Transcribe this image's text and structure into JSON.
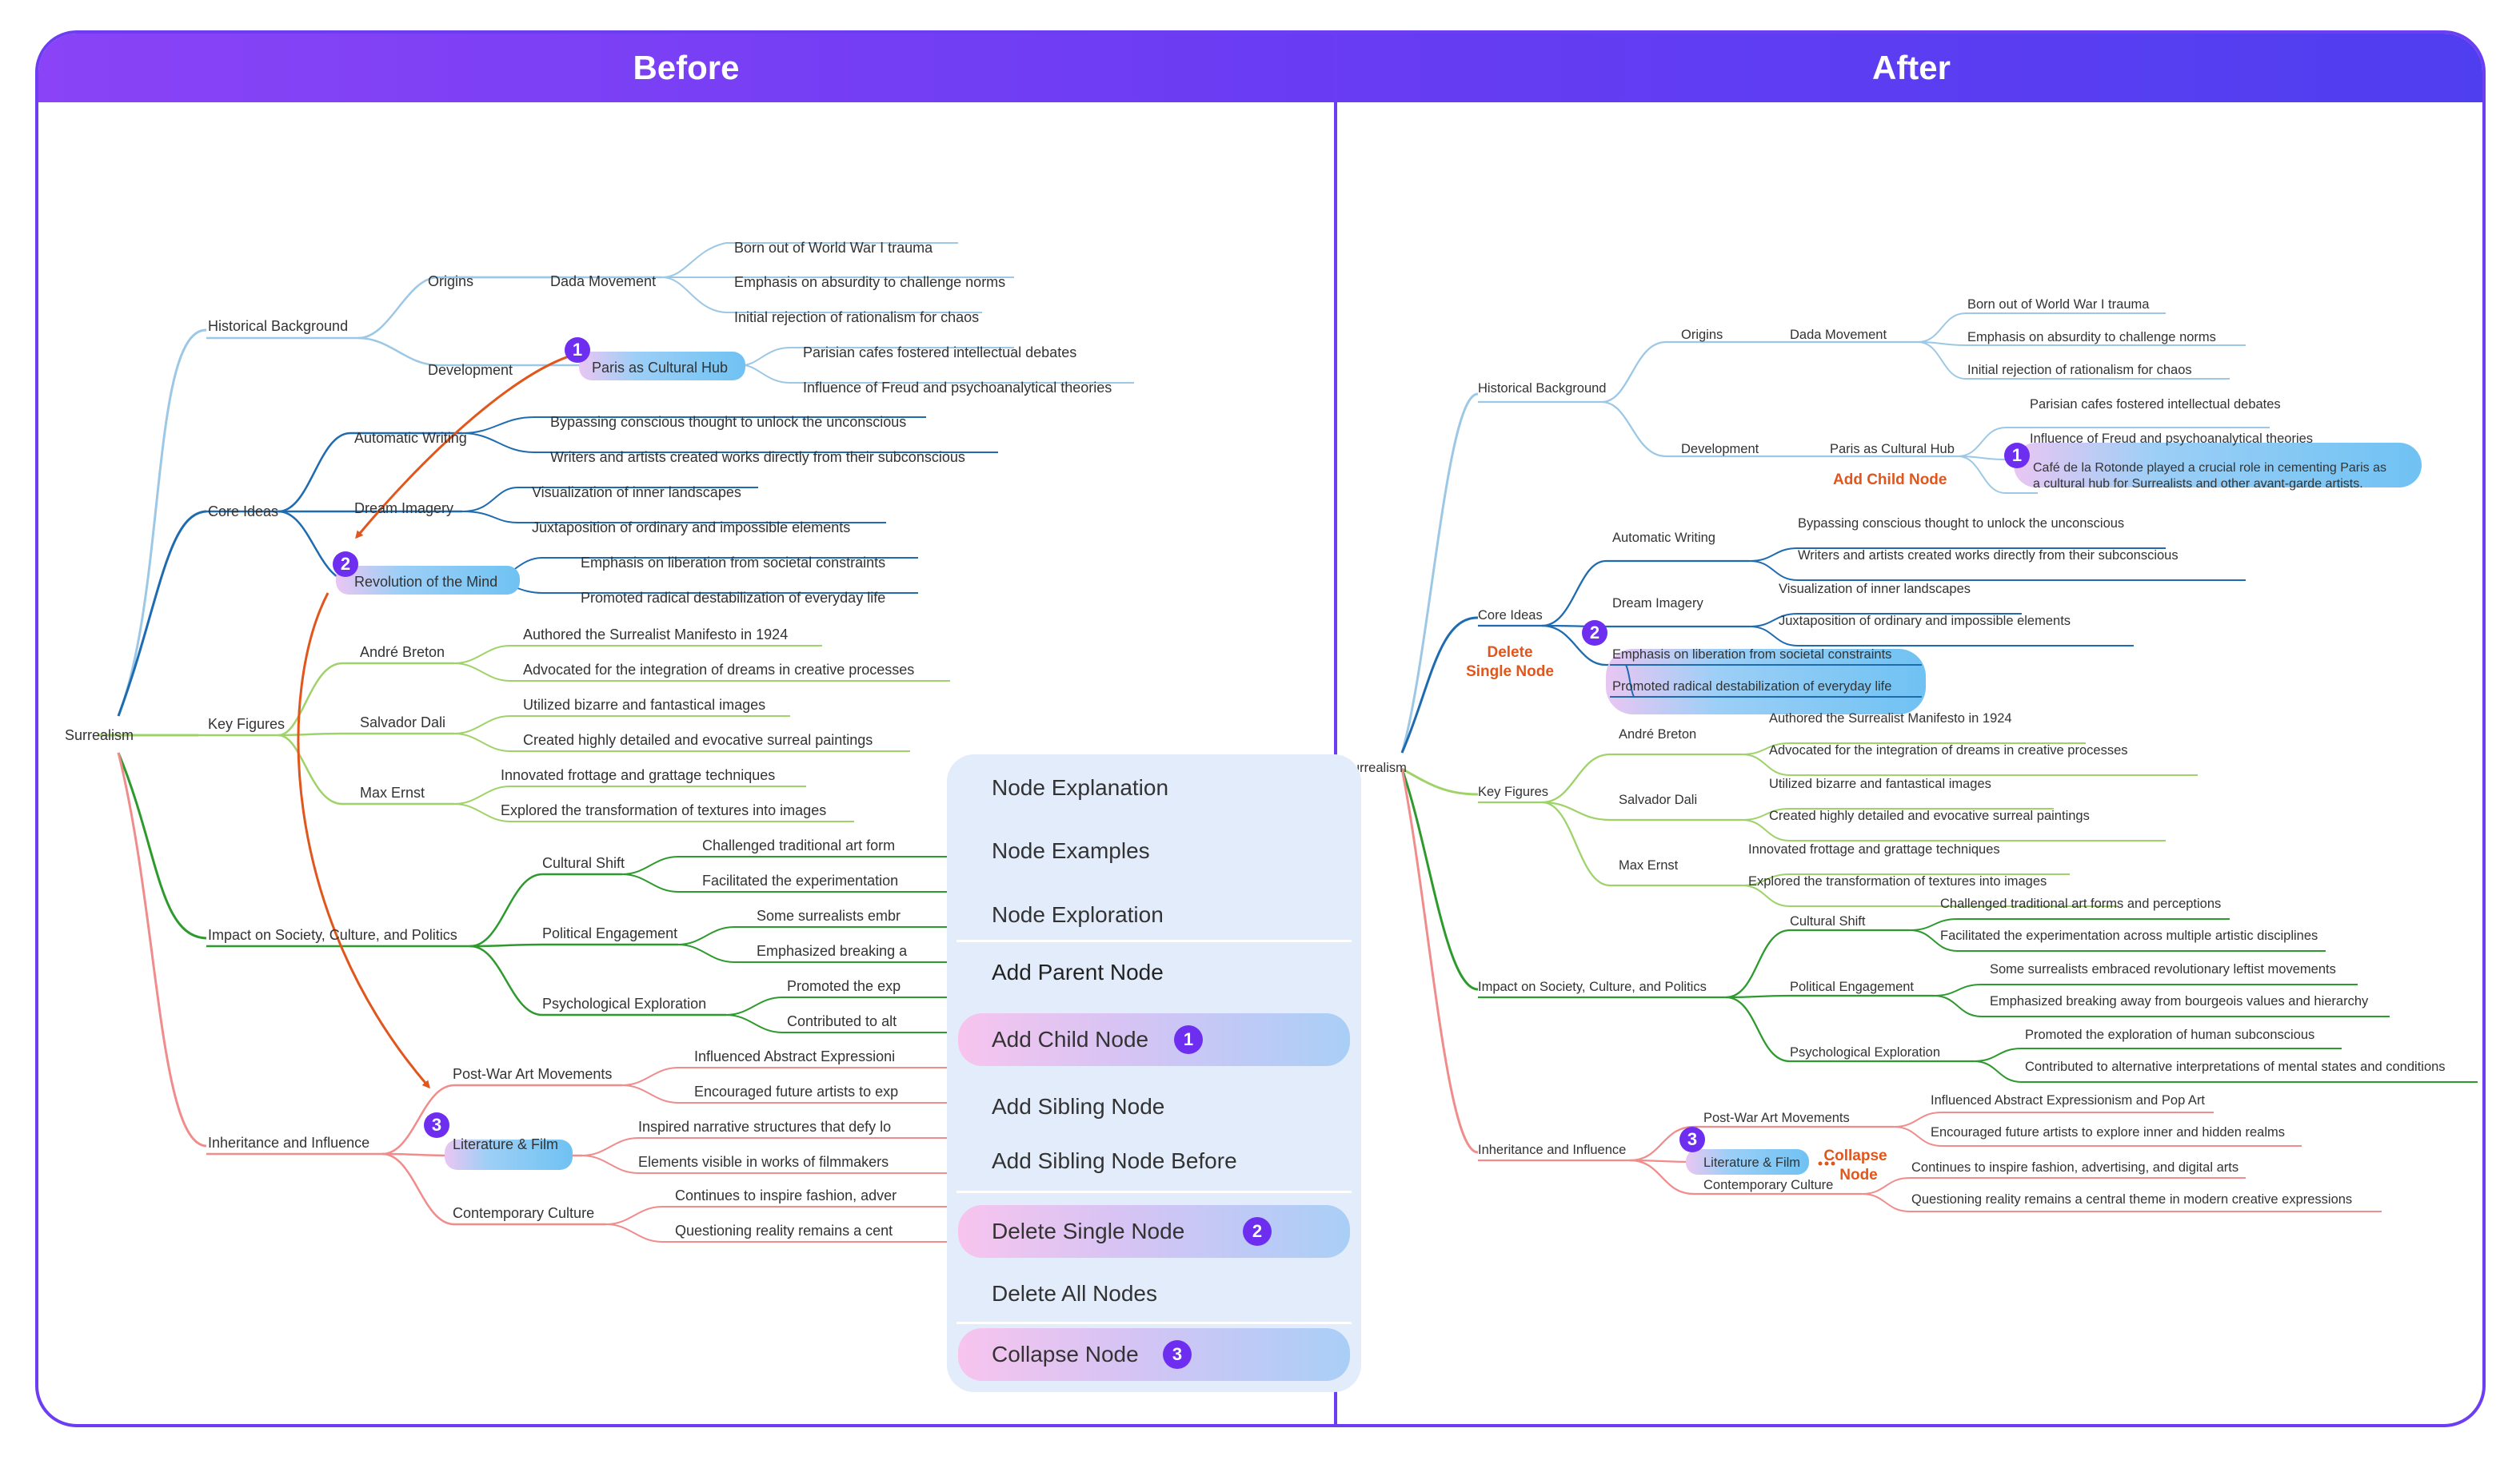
{
  "panels": {
    "before_title": "Before",
    "after_title": "After"
  },
  "before": {
    "root": "Surrealism",
    "historical_background": "Historical Background",
    "origins": "Origins",
    "dada_movement": "Dada Movement",
    "dada_1": "Born out of World War I trauma",
    "dada_2": "Emphasis on absurdity to challenge norms",
    "dada_3": "Initial rejection of rationalism for chaos",
    "development": "Development",
    "paris_hub": "Paris as Cultural Hub",
    "paris_1": "Parisian cafes fostered intellectual debates",
    "paris_2": "Influence of Freud and psychoanalytical theories",
    "core_ideas": "Core Ideas",
    "automatic_writing": "Automatic Writing",
    "aw_1": "Bypassing conscious thought to unlock the unconscious",
    "aw_2": "Writers and artists created works directly from their subconscious",
    "dream_imagery": "Dream Imagery",
    "di_1": "Visualization of inner landscapes",
    "di_2": "Juxtaposition of ordinary and impossible elements",
    "revolution": "Revolution of the Mind",
    "rev_1": "Emphasis on liberation from societal constraints",
    "rev_2": "Promoted radical destabilization of everyday life",
    "key_figures": "Key Figures",
    "breton": "André Breton",
    "breton_1": "Authored the Surrealist Manifesto in 1924",
    "breton_2": "Advocated for the integration of dreams in creative processes",
    "dali": "Salvador Dali",
    "dali_1": "Utilized bizarre and fantastical images",
    "dali_2": "Created highly detailed and evocative surreal paintings",
    "ernst": "Max Ernst",
    "ernst_1": "Innovated frottage and grattage techniques",
    "ernst_2": "Explored the transformation of textures into images",
    "impact": "Impact on Society, Culture, and Politics",
    "cultural_shift": "Cultural Shift",
    "cs_1": "Challenged traditional art form",
    "cs_2": "Facilitated the experimentation",
    "political": "Political Engagement",
    "pe_1": "Some surrealists embr",
    "pe_2": "Emphasized breaking a",
    "psych": "Psychological Exploration",
    "ps_1": "Promoted the exp",
    "ps_2": "Contributed to alt",
    "inheritance": "Inheritance and Influence",
    "postwar": "Post-War Art Movements",
    "pw_1": "Influenced Abstract Expressioni",
    "pw_2": "Encouraged future artists to exp",
    "lit_film": "Literature & Film",
    "lf_1": "Inspired narrative structures that defy lo",
    "lf_2": "Elements visible in works of filmmakers",
    "contemporary": "Contemporary Culture",
    "cc_1": "Continues to inspire fashion, adver",
    "cc_2": "Questioning reality remains a cent"
  },
  "menu": {
    "node_explanation": "Node  Explanation",
    "node_examples": "Node  Examples",
    "node_exploration": "Node  Exploration",
    "add_parent": "Add Parent Node",
    "add_child": "Add Child Node",
    "add_sibling": "Add Sibling Node",
    "add_sibling_before": "Add Sibling Node Before",
    "delete_single": "Delete Single Node",
    "delete_all": "Delete All Nodes",
    "collapse": "Collapse Node"
  },
  "badges": {
    "one": "1",
    "two": "2",
    "three": "3"
  },
  "after": {
    "root": "Surrealism",
    "historical_background": "Historical Background",
    "origins": "Origins",
    "dada_movement": "Dada Movement",
    "dada_1": "Born out of World War I trauma",
    "dada_2": "Emphasis on absurdity to challenge norms",
    "dada_3": "Initial rejection of rationalism for chaos",
    "development": "Development",
    "paris_hub": "Paris as Cultural Hub",
    "paris_1": "Parisian cafes fostered intellectual debates",
    "paris_2": "Influence of Freud and psychoanalytical theories",
    "paris_3a": "Café de la Rotonde played a crucial role in cementing Paris as",
    "paris_3b": "a cultural hub for Surrealists and other avant-garde artists.",
    "add_child_note": "Add Child Node",
    "core_ideas": "Core Ideas",
    "automatic_writing": "Automatic Writing",
    "aw_1": "Bypassing conscious thought to unlock the unconscious",
    "aw_2": "Writers and artists created works directly from their subconscious",
    "dream_imagery": "Dream Imagery",
    "di_1": "Visualization of inner landscapes",
    "di_2": "Juxtaposition of ordinary and impossible elements",
    "rev_1": "Emphasis on liberation from societal constraints",
    "rev_2": "Promoted radical destabilization of everyday life",
    "delete_note_1": "Delete",
    "delete_note_2": "Single Node",
    "key_figures": "Key Figures",
    "breton": "André Breton",
    "breton_1": "Authored the Surrealist Manifesto in 1924",
    "breton_2": "Advocated for the integration of dreams in creative processes",
    "dali": "Salvador Dali",
    "dali_1": "Utilized bizarre and fantastical images",
    "dali_2": "Created highly detailed and evocative surreal paintings",
    "ernst": "Max Ernst",
    "ernst_1": "Innovated frottage and grattage techniques",
    "ernst_2": "Explored the transformation of textures into images",
    "impact": "Impact on Society, Culture, and Politics",
    "cultural_shift": "Cultural Shift",
    "cs_1": "Challenged traditional art forms and perceptions",
    "cs_2": "Facilitated the experimentation across multiple artistic disciplines",
    "political": "Political Engagement",
    "pe_1": "Some surrealists embraced revolutionary leftist movements",
    "pe_2": "Emphasized breaking away from bourgeois values and hierarchy",
    "psych": "Psychological Exploration",
    "ps_1": "Promoted the exploration of human subconscious",
    "ps_2": "Contributed to alternative interpretations of mental states and conditions",
    "inheritance": "Inheritance and Influence",
    "postwar": "Post-War Art Movements",
    "pw_1": "Influenced Abstract Expressionism and Pop Art",
    "pw_2": "Encouraged future artists to explore inner and hidden realms",
    "lit_film": "Literature & Film",
    "collapse_note_1": "Collapse",
    "collapse_note_2": "Node",
    "contemporary": "Contemporary Culture",
    "cc_1": "Continues to inspire fashion, advertising, and digital arts",
    "cc_2": "Questioning reality remains a central theme in modern creative expressions"
  },
  "colors": {
    "frame": "#6c3df2",
    "historical": "#9cc8e6",
    "core": "#1f6bb0",
    "figures": "#9fd36a",
    "impact": "#2e9a2e",
    "inheritance": "#f08c8c",
    "arrow": "#e0561c",
    "note": "#e0561c",
    "badge": "#6d2ef0"
  }
}
